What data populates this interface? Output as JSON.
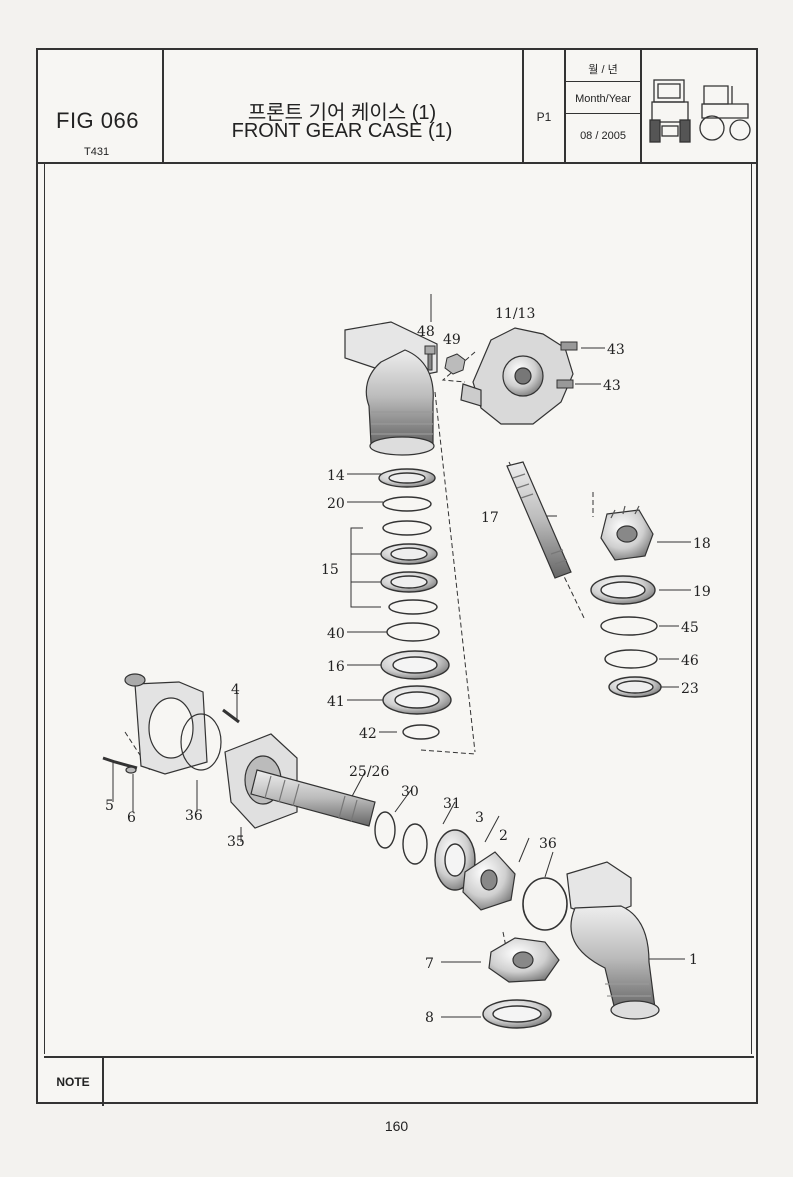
{
  "header": {
    "fig": "FIG 066",
    "model": "T431",
    "title_ko": "프론트 기어 케이스 (1)",
    "title_en": "FRONT GEAR CASE (1)",
    "page_code": "P1",
    "date_label_ko": "월 / 년",
    "date_label_en": "Month/Year",
    "date_value": "08 / 2005"
  },
  "icons": {
    "tractor": "tractor-front-side-icon"
  },
  "parts": {
    "p1": "1",
    "p2": "2",
    "p3": "3",
    "p4": "4",
    "p5": "5",
    "p6": "6",
    "p7": "7",
    "p8": "8",
    "p11_13": "11/13",
    "p14": "14",
    "p15": "15",
    "p16": "16",
    "p17": "17",
    "p18": "18",
    "p19": "19",
    "p20": "20",
    "p23": "23",
    "p25_26": "25/26",
    "p30": "30",
    "p31": "31",
    "p35": "35",
    "p36a": "36",
    "p36b": "36",
    "p40": "40",
    "p41": "41",
    "p42": "42",
    "p43a": "43",
    "p43b": "43",
    "p45": "45",
    "p46": "46",
    "p48": "48",
    "p49": "49"
  },
  "footer": {
    "note_label": "NOTE",
    "page_number": "160"
  }
}
